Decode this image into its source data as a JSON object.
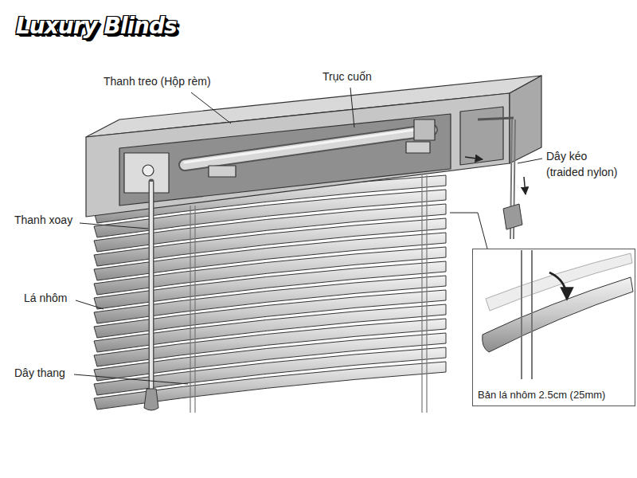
{
  "diagram": {
    "nodes": [
      {
        "text": [
          "Bản lá nhôm 2.5cm (25mm)"
        ]
      }
    ],
    "labels": [
      "Luxury Blinds",
      "Thanh treo (Hộp rèm)",
      "Trục cuốn",
      "Dây kéo",
      "(traided nylon)",
      "Thanh xoay",
      "Lá nhôm",
      "Dây thang"
    ]
  }
}
